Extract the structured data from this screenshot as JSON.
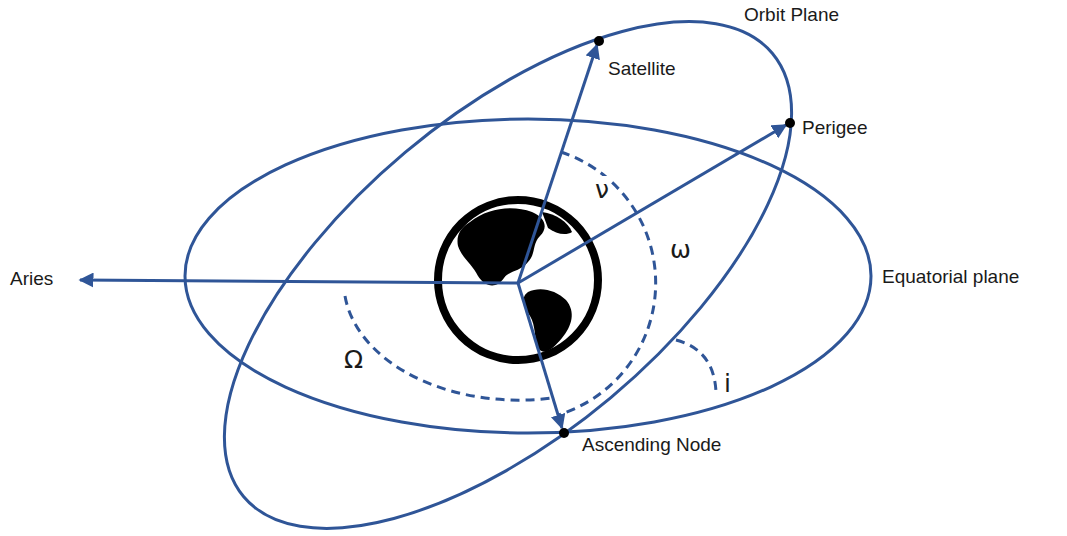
{
  "diagram": {
    "labels": [
      "Orbit Plane",
      "Satellite",
      "Perigee",
      "ν",
      "ω",
      "Aries",
      "Equatorial plane",
      "Ω",
      "i",
      "Ascending Node"
    ]
  }
}
